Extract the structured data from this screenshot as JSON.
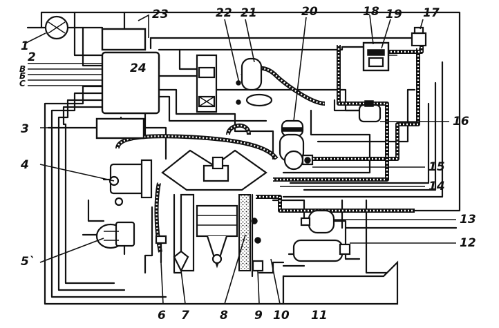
{
  "callouts": {
    "n1": "1",
    "n2": "2",
    "n3": "3",
    "n4": "4",
    "n5": "5`",
    "n6": "6",
    "n7": "7",
    "n8": "8",
    "n9": "9",
    "n10": "10",
    "n11": "11",
    "n12": "12",
    "n13": "13",
    "n14": "14",
    "n15": "15",
    "n16": "16",
    "n17": "17",
    "n18": "18",
    "n19": "19",
    "n20": "20",
    "n21": "21",
    "n22": "22",
    "n23": "23",
    "n24": "24"
  },
  "ecu_label": "24",
  "signal_inputs": [
    "В",
    "Б",
    "С"
  ]
}
